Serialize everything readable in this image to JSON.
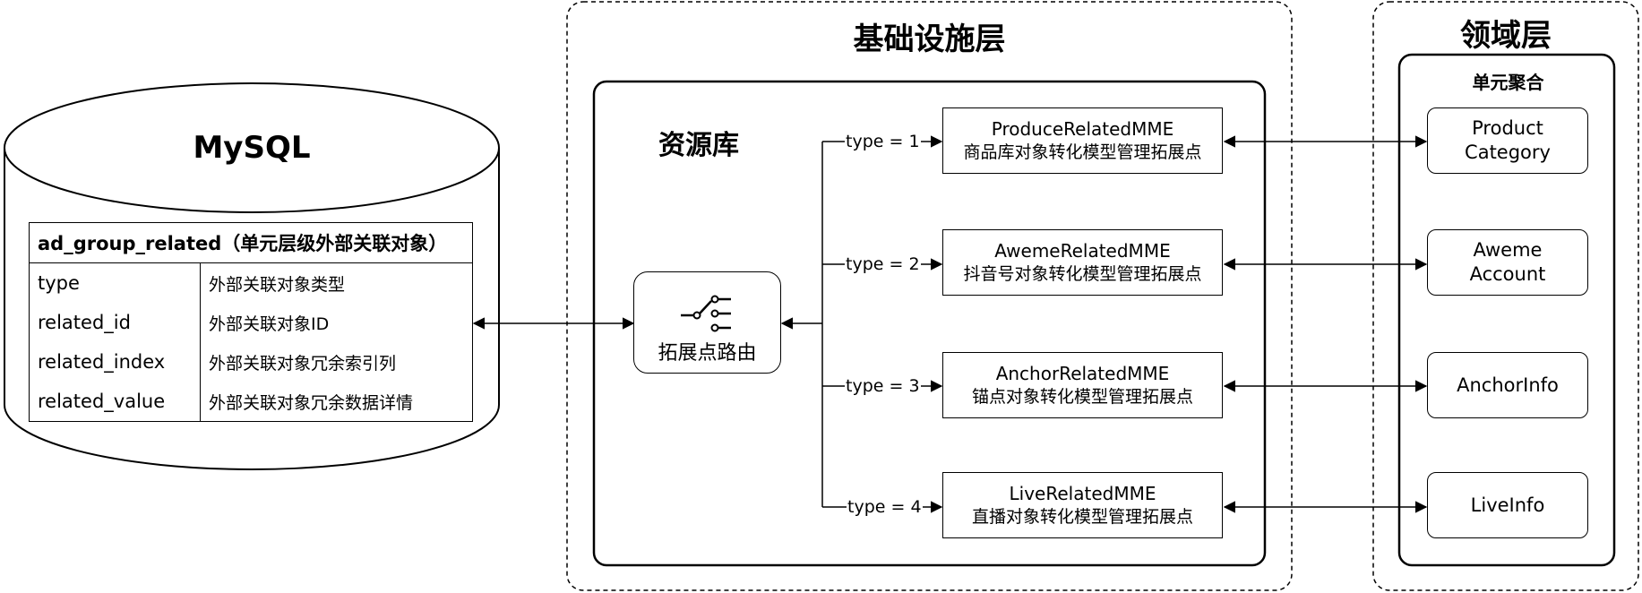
{
  "zones": {
    "infrastructure_title": "基础设施层",
    "domain_title": "领域层"
  },
  "database": {
    "title": "MySQL",
    "table_header": "ad_group_related（单元层级外部关联对象）",
    "rows": [
      {
        "field": "type",
        "desc": "外部关联对象类型"
      },
      {
        "field": "related_id",
        "desc": "外部关联对象ID"
      },
      {
        "field": "related_index",
        "desc": "外部关联对象冗余索引列"
      },
      {
        "field": "related_value",
        "desc": "外部关联对象冗余数据详情"
      }
    ]
  },
  "repository": {
    "title": "资源库",
    "router_label": "拓展点路由",
    "router_icon": "switch-icon"
  },
  "extensions": [
    {
      "type_label": "type = 1",
      "name": "ProduceRelatedMME",
      "desc": "商品库对象转化模型管理拓展点"
    },
    {
      "type_label": "type = 2",
      "name": "AwemeRelatedMME",
      "desc": "抖音号对象转化模型管理拓展点"
    },
    {
      "type_label": "type = 3",
      "name": "AnchorRelatedMME",
      "desc": "锚点对象转化模型管理拓展点"
    },
    {
      "type_label": "type = 4",
      "name": "LiveRelatedMME",
      "desc": "直播对象转化模型管理拓展点"
    }
  ],
  "aggregate": {
    "title": "单元聚合",
    "entities": [
      "Product\nCategory",
      "Aweme\nAccount",
      "AnchorInfo",
      "LiveInfo"
    ]
  }
}
